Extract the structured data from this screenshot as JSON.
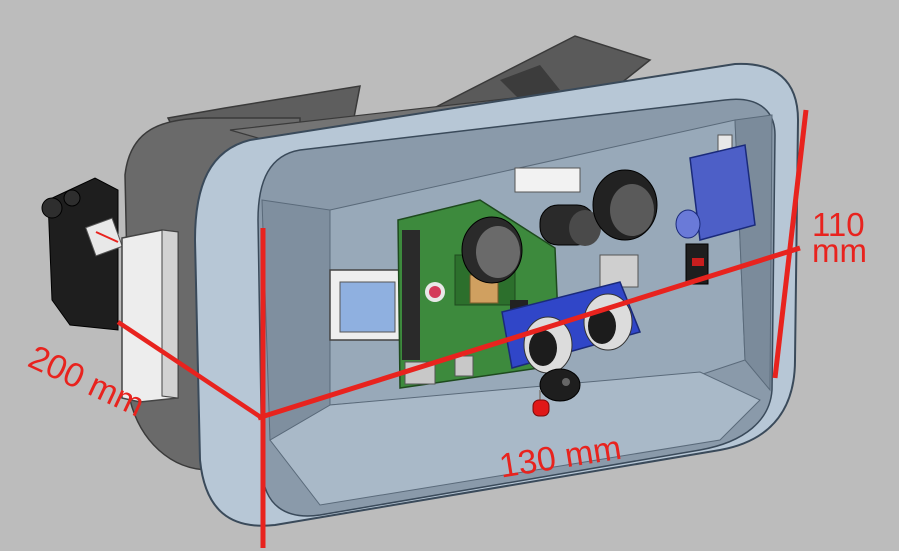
{
  "dimensions": {
    "width": "130 mm",
    "depth": "200 mm",
    "height_value": "110",
    "height_unit": "mm"
  },
  "colors": {
    "background": "#bcbcbc",
    "frame": "#b7c7d6",
    "frame_shadow": "#8595a5",
    "frame_edge": "#4a4a4a",
    "headset": "#6a6a6a",
    "foam": "#555555",
    "pcb": "#3d8a3d",
    "sensor_board": "#3046c8",
    "servo": "#4d5fc7",
    "dimension_line": "#e8231e",
    "led": "#e01818"
  },
  "components": [
    "raspberry-pi-board",
    "ultrasonic-sensor",
    "servo-motor",
    "camera-module",
    "lcd-display",
    "buzzer",
    "red-led",
    "head-strap"
  ]
}
